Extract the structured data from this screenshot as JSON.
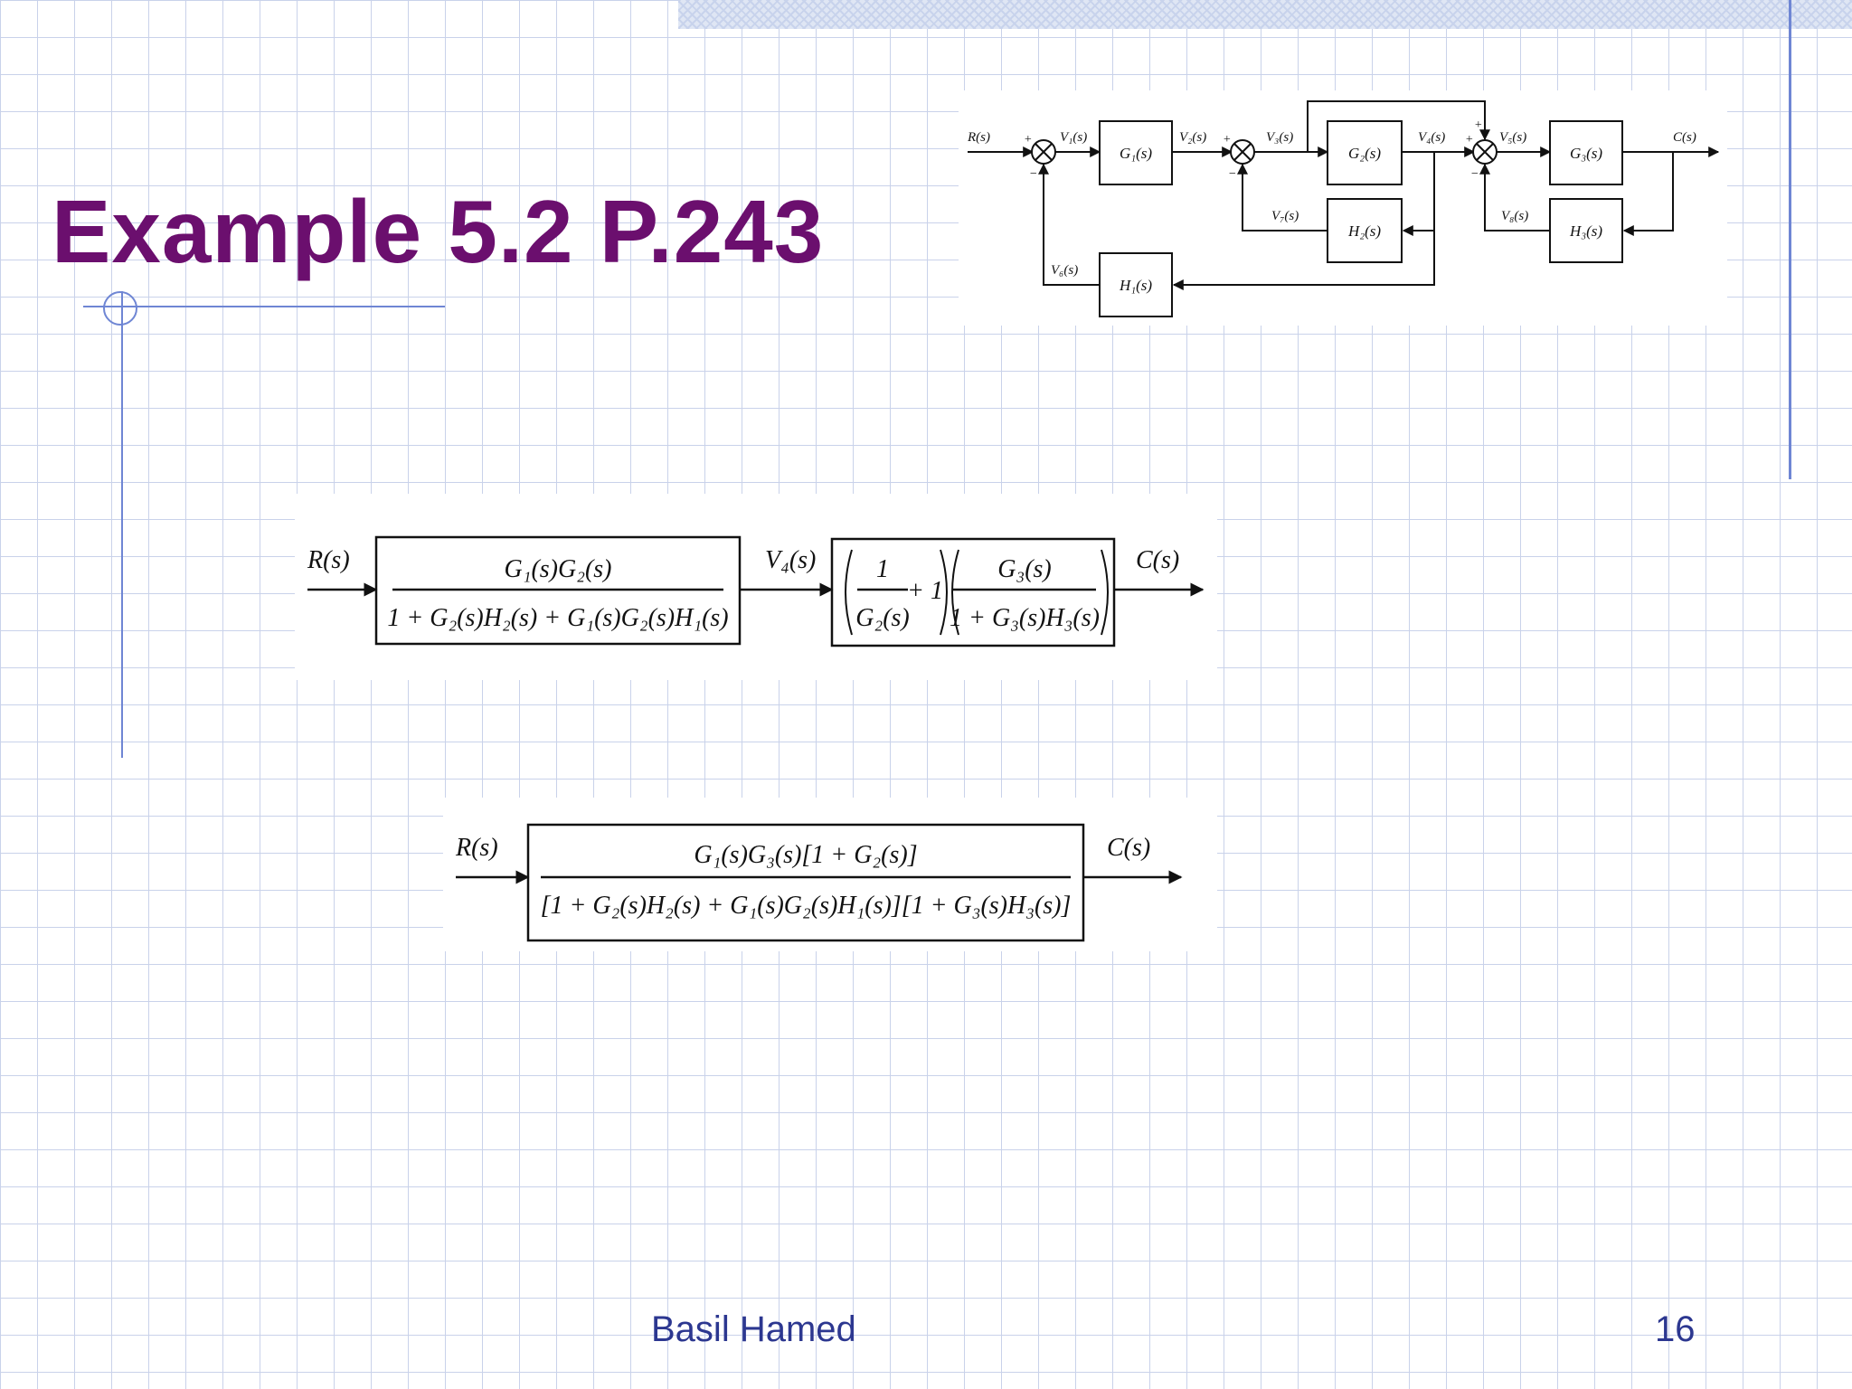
{
  "slide": {
    "title": "Example 5.2 P.243",
    "author": "Basil Hamed",
    "page_number": "16"
  },
  "diagram1": {
    "input": "R(s)",
    "output": "C(s)",
    "blocks": {
      "g1": "G₁(s)",
      "g2": "G₂(s)",
      "g3": "G₃(s)",
      "h1": "H₁(s)",
      "h2": "H₂(s)",
      "h3": "H₃(s)"
    },
    "signals": {
      "v1": "V₁(s)",
      "v2": "V₂(s)",
      "v3": "V₃(s)",
      "v4": "V₄(s)",
      "v5": "V₅(s)",
      "v6": "V₆(s)",
      "v7": "V₇(s)",
      "v8": "V₈(s)"
    },
    "signs": {
      "plus": "+",
      "minus": "−"
    }
  },
  "diagram2": {
    "input": "R(s)",
    "middle": "V₄(s)",
    "output": "C(s)",
    "block1_num": "G₁(s)G₂(s)",
    "block1_den": "1 + G₂(s)H₂(s) + G₁(s)G₂(s)H₁(s)",
    "block2_a_num": "1",
    "block2_a_den": "G₂(s)",
    "block2_plus1": "+ 1",
    "block2_b_num": "G₃(s)",
    "block2_b_den": "1 + G₃(s)H₃(s)"
  },
  "diagram3": {
    "input": "R(s)",
    "output": "C(s)",
    "num": "G₁(s)G₃(s)[1 + G₂(s)]",
    "den": "[1 + G₂(s)H₂(s) + G₁(s)G₂(s)H₁(s)][1 + G₃(s)H₃(s)]"
  }
}
